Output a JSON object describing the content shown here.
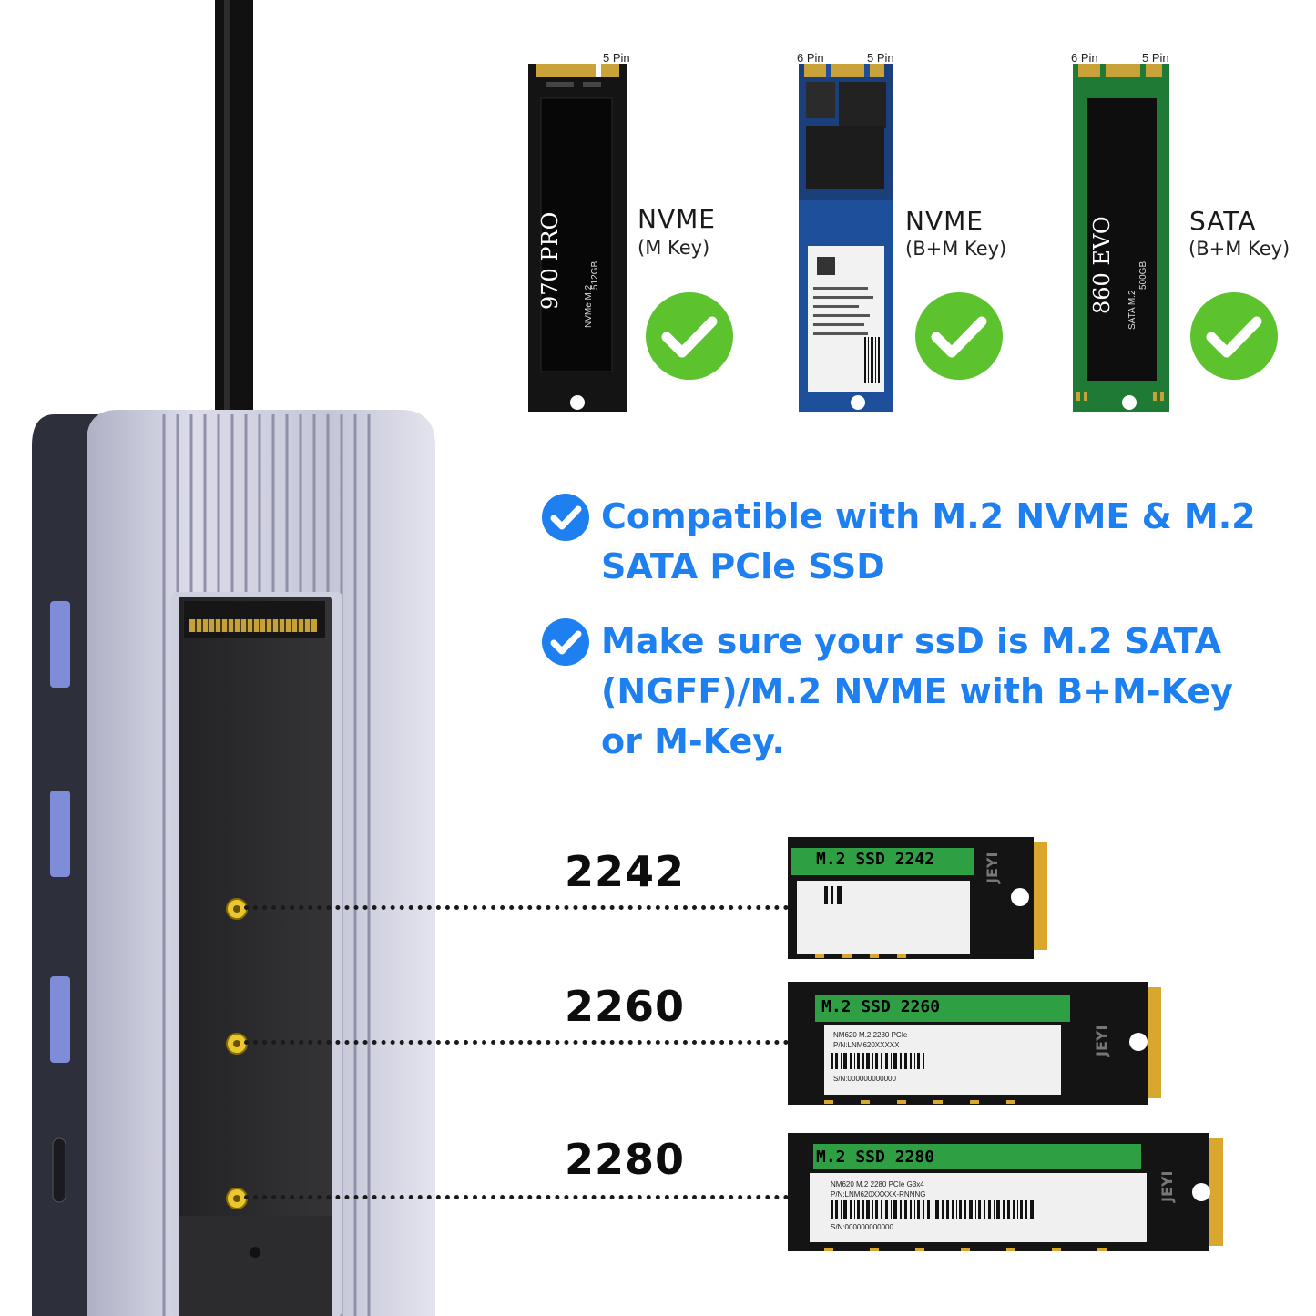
{
  "ssd_types": [
    {
      "name": "NVME",
      "key": "(M Key)",
      "pins_left": "",
      "pins_right": "5 Pin",
      "model": "970 PRO",
      "sub": "NVMe M.2",
      "capacity": "512GB"
    },
    {
      "name": "NVME",
      "key": "(B+M Key)",
      "pins_left": "6 Pin",
      "pins_right": "5 Pin"
    },
    {
      "name": "SATA",
      "key": "(B+M Key)",
      "pins_left": "6 Pin",
      "pins_right": "5 Pin",
      "model": "860 EVO",
      "sub": "SATA M.2",
      "capacity": "500GB"
    }
  ],
  "features": [
    {
      "lines": [
        "Compatible with M.2 NVME & M.2",
        "SATA PCle SSD"
      ]
    },
    {
      "lines": [
        "Make sure your ssD is M.2 SATA",
        "(NGFF)/M.2 NVME with B+M-Key",
        "or M-Key."
      ]
    }
  ],
  "sizes": [
    {
      "label": "2242",
      "card_title": "M.2 SSD 2242",
      "brand": "JEYI"
    },
    {
      "label": "2260",
      "card_title": "M.2 SSD 2260",
      "brand": "JEYI",
      "model_line": "NM620 M.2 2280 PCIe",
      "pn": "P/N:LNM620XXXXX",
      "sn": "S/N:000000000000"
    },
    {
      "label": "2280",
      "card_title": "M.2 SSD 2280",
      "brand": "JEYI",
      "model_line": "NM620 M.2 2280 PCIe G3x4",
      "pn": "P/N:LNM620XXXXX-RNNNG",
      "sn": "S/N:000000000000"
    }
  ],
  "colors": {
    "accent_blue": "#1e7ff0",
    "check_green": "#5cc22e",
    "enclosure": "#c9c9d8"
  }
}
